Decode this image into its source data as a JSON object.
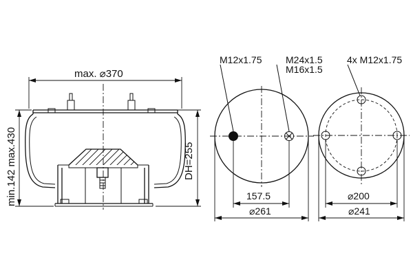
{
  "side_view": {
    "max_diameter_label": "max. ⌀370",
    "height_range_label": "min.142 max.430",
    "design_height_label": "DH=255"
  },
  "top_view_left": {
    "thread_left_label": "M12x1.75",
    "thread_center_label_1": "M24x1.5",
    "thread_center_label_2": "M16x1.5",
    "offset_dim_label": "157.5",
    "plate_diameter_label": "⌀261"
  },
  "top_view_right": {
    "bolt_thread_label": "4x M12x1.75",
    "bolt_circle_label": "⌀200",
    "plate_diameter_label": "⌀241"
  }
}
